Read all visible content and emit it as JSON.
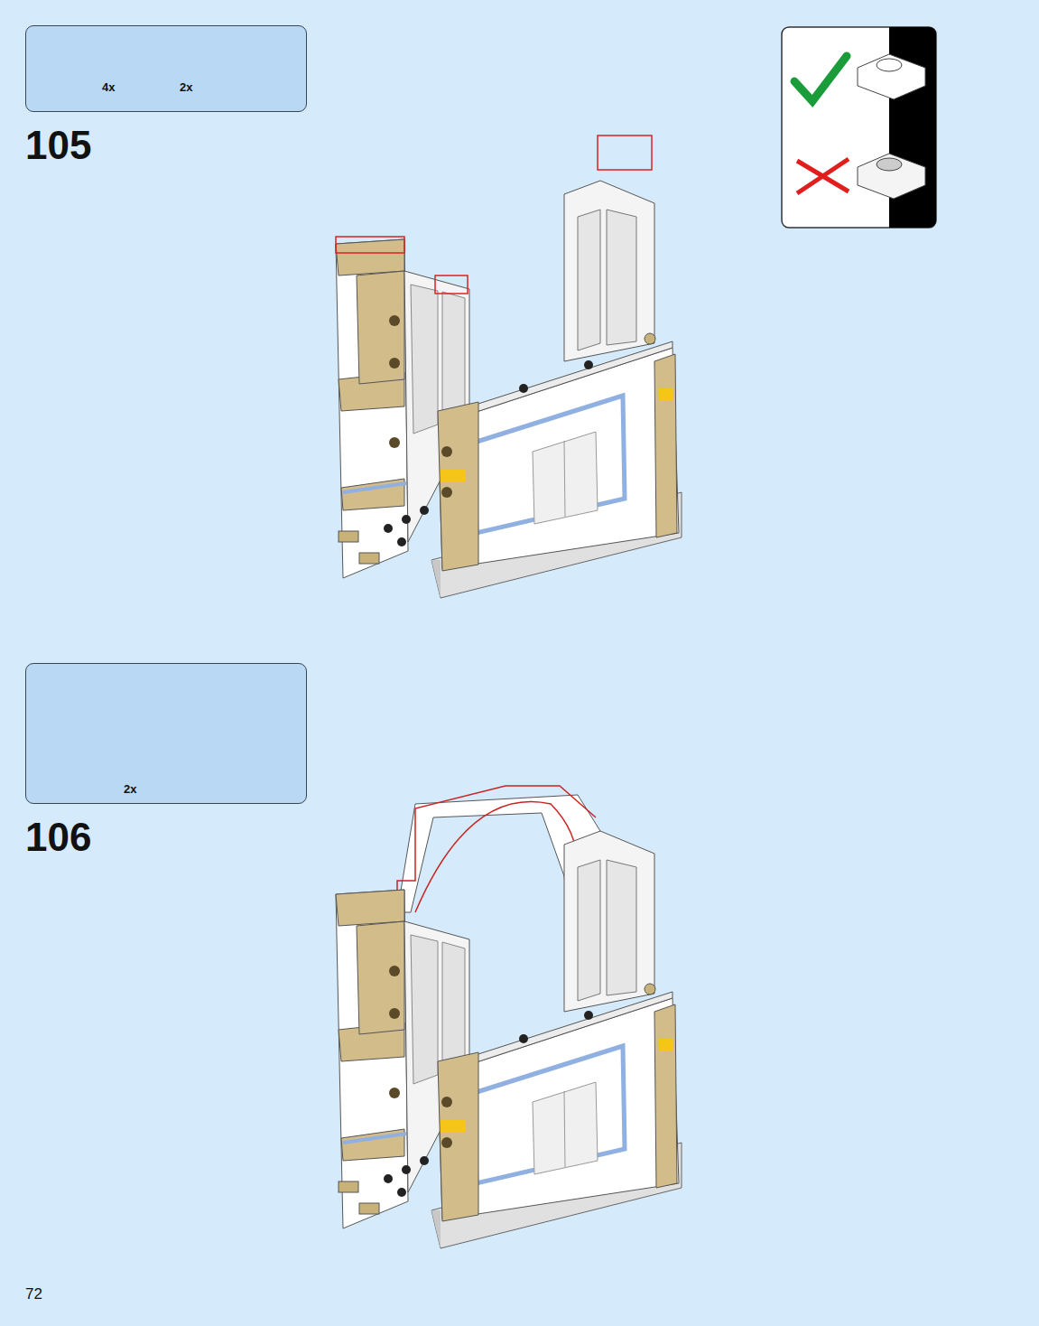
{
  "diagram": {
    "nodes": [
      {
        "text": [
          "4x",
          "2x"
        ]
      },
      {
        "text": [
          "2x"
        ]
      }
    ],
    "labels": [
      "105",
      "106",
      "72"
    ]
  }
}
